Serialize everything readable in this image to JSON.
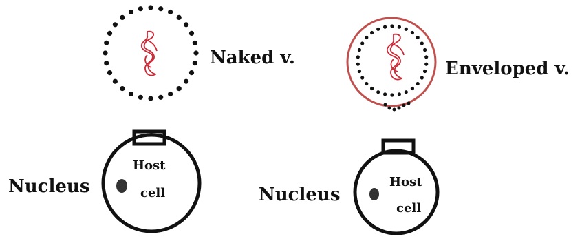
{
  "labels": {
    "naked_virus": "Naked v.",
    "enveloped_virus": "Enveloped v.",
    "nucleus_left": "Nucleus",
    "nucleus_right": "Nucleus",
    "host_left_line1": "Host",
    "host_left_line2": "cell",
    "host_right_line1": "Host",
    "host_right_line2": "cell"
  },
  "colors": {
    "genome": "#cc2a36",
    "envelope": "#c0504d",
    "capsid_dots": "#111111",
    "cell_outline": "#111111",
    "nucleus_fill": "#333333"
  }
}
